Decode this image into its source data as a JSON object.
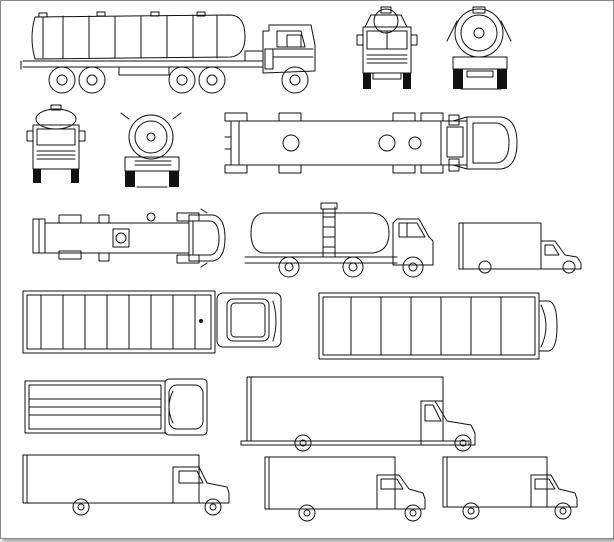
{
  "drawing": {
    "background": "#ffffff",
    "line_color": "#111111",
    "frame_color": "#8a8a8a"
  },
  "symbols": [
    {
      "name": "bulk-tanker-semi-side-view",
      "icon": "truck-icon"
    },
    {
      "name": "tanker-front-view",
      "icon": "truck-icon"
    },
    {
      "name": "tanker-rear-view",
      "icon": "truck-icon"
    },
    {
      "name": "tanker-truck-front-view",
      "icon": "truck-icon"
    },
    {
      "name": "tanker-truck-rear-view",
      "icon": "truck-icon"
    },
    {
      "name": "tanker-semi-top-view",
      "icon": "truck-icon"
    },
    {
      "name": "tanker-truck-top-view",
      "icon": "truck-icon"
    },
    {
      "name": "tanker-truck-side-view",
      "icon": "truck-icon"
    },
    {
      "name": "box-van-small-side-view",
      "icon": "truck-icon"
    },
    {
      "name": "box-trailer-cab-top-view",
      "icon": "truck-icon"
    },
    {
      "name": "box-trailer-long-top-view",
      "icon": "truck-icon"
    },
    {
      "name": "flatbed-truck-top-view",
      "icon": "truck-icon"
    },
    {
      "name": "box-truck-large-side-view",
      "icon": "truck-icon"
    },
    {
      "name": "box-truck-medium-side-view",
      "icon": "truck-icon"
    },
    {
      "name": "box-truck-small-side-view-a",
      "icon": "truck-icon"
    },
    {
      "name": "box-truck-small-side-view-b",
      "icon": "truck-icon"
    }
  ]
}
